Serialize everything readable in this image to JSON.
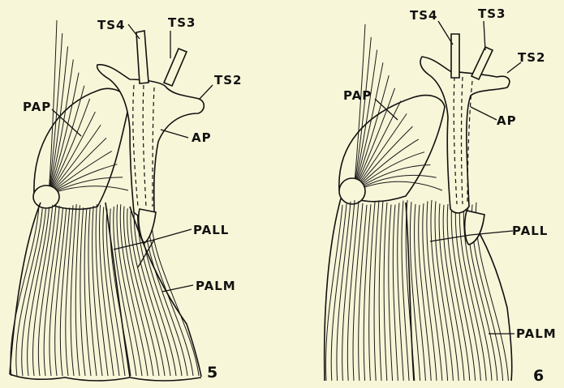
{
  "colors": {
    "background": "#f8f6d8",
    "ink": "#111111"
  },
  "figures": [
    {
      "number": "5",
      "labels": {
        "ts4": "TS4",
        "ts3": "TS3",
        "ts2": "TS2",
        "pap": "PAP",
        "ap": "AP",
        "pall": "PALL",
        "palm": "PALM"
      }
    },
    {
      "number": "6",
      "labels": {
        "ts4": "TS4",
        "ts3": "TS3",
        "ts2": "TS2",
        "pap": "PAP",
        "ap": "AP",
        "pall": "PALL",
        "palm": "PALM"
      }
    }
  ]
}
